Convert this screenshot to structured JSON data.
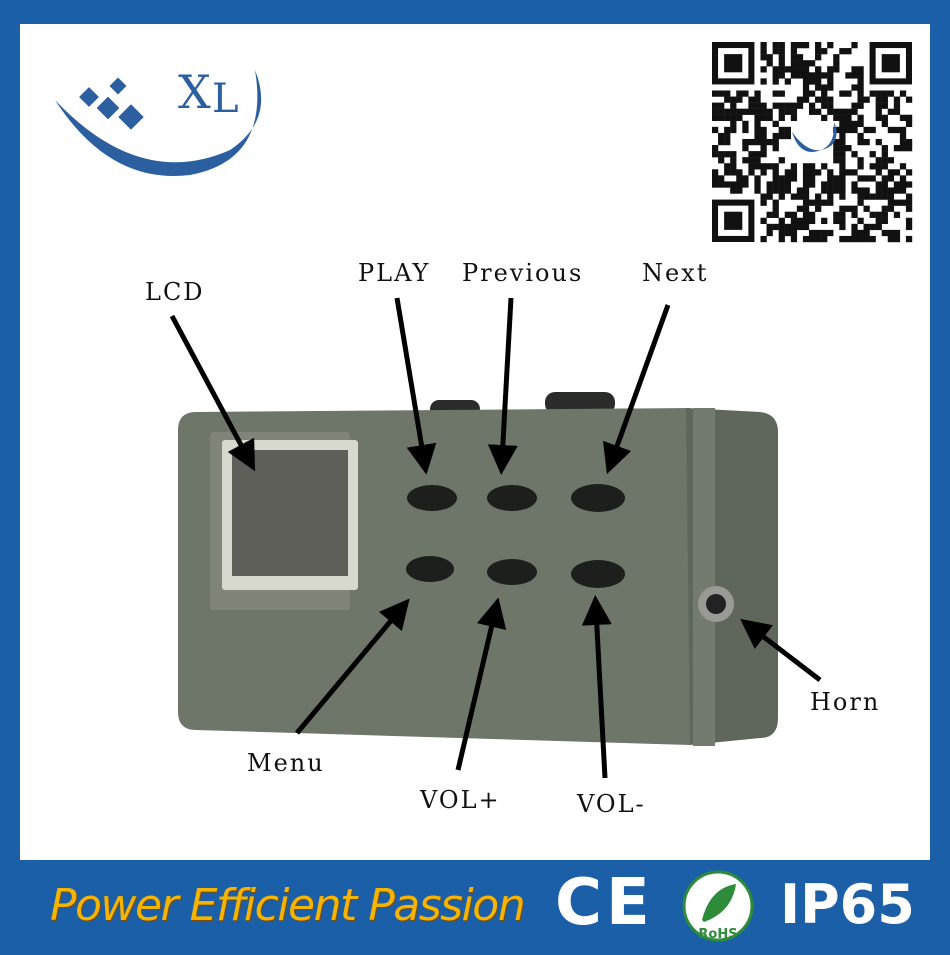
{
  "logo": {
    "text": "X L"
  },
  "labels": {
    "lcd": "LCD",
    "play": "PLAY",
    "previous": "Previous",
    "next": "Next",
    "menu": "Menu",
    "vol_plus": "VOL+",
    "vol_minus": "VOL-",
    "horn": "Horn"
  },
  "footer": {
    "slogan": "Power Efficient Passion",
    "ce": "CE",
    "rohs": "RoHS",
    "ip": "IP65"
  },
  "colors": {
    "brand_blue": "#1a5fa8",
    "slogan_gold": "#f4b400",
    "device_green": "#6e766a"
  }
}
